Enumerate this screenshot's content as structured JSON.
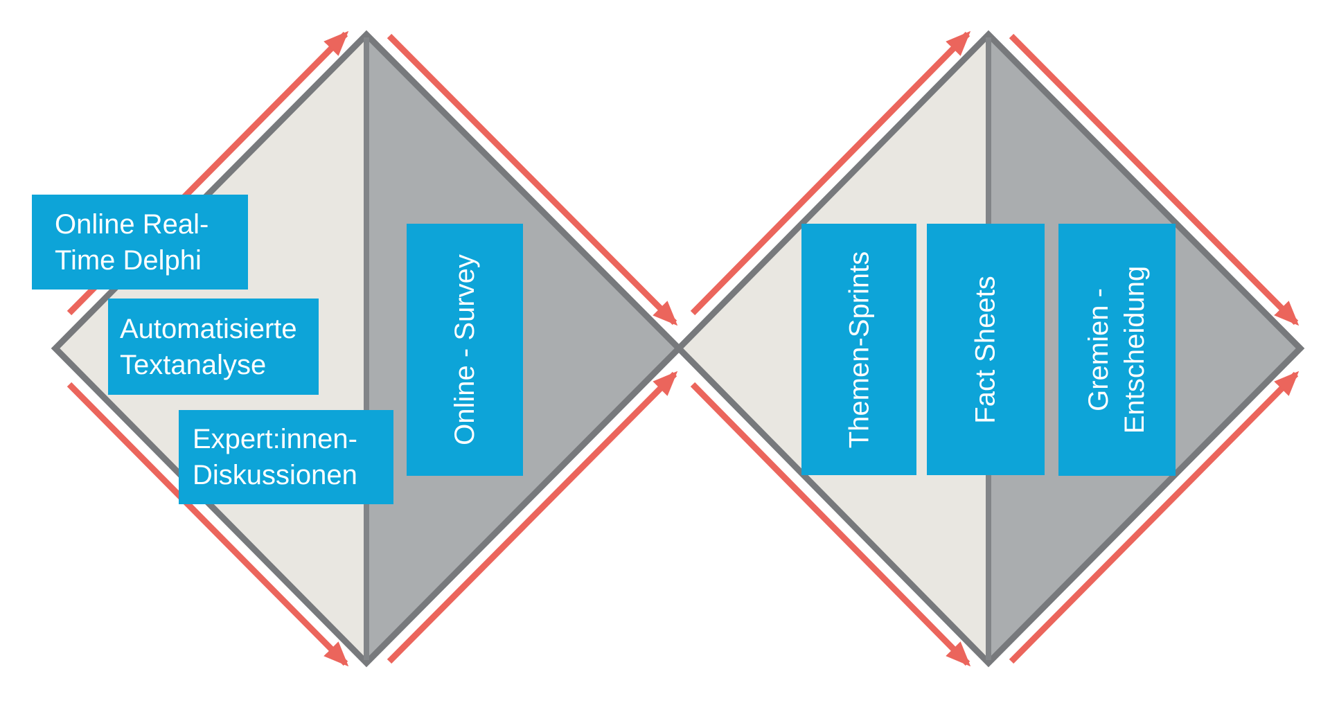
{
  "colors": {
    "background": "#ffffff",
    "diverge-half": "#e9e7e1",
    "converge-half": "#aaadaf",
    "outline": "#77797c",
    "divider": "#828588",
    "arrow": "#eb655c",
    "label-bg": "#0da4d8",
    "label-text": "#ffffff"
  },
  "diagram": {
    "type": "double-diamond-process",
    "labels": {
      "delphi": {
        "lines": [
          "Online Real-",
          "Time Delphi"
        ]
      },
      "textanalyse": {
        "lines": [
          "Automatisierte",
          "Textanalyse"
        ]
      },
      "expertinnen": {
        "lines": [
          "Expert:innen-",
          "Diskussionen"
        ]
      },
      "survey": {
        "text": "Online - Survey"
      },
      "sprints": {
        "text": "Themen-Sprints"
      },
      "factsheets": {
        "text": "Fact Sheets"
      },
      "gremien": {
        "lines": [
          "Gremien -",
          "Entscheidung"
        ]
      }
    }
  }
}
